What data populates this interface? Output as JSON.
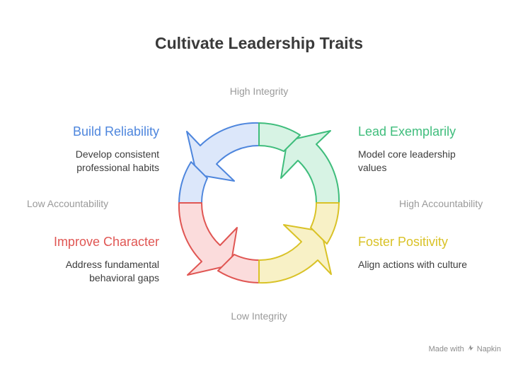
{
  "title": "Cultivate Leadership Traits",
  "axes": {
    "top": "High Integrity",
    "bottom": "Low Integrity",
    "left": "Low Accountability",
    "right": "High Accountability"
  },
  "quadrants": [
    {
      "title": "Build Reliability",
      "line1": "Develop consistent",
      "line2": "professional habits",
      "color": "#4e86dd",
      "fill": "#dce7fa"
    },
    {
      "title": "Lead Exemplarily",
      "line1": "Model core leadership",
      "line2": "values",
      "color": "#3fbd7c",
      "fill": "#d7f3e4"
    },
    {
      "title": "Improve Character",
      "line1": "Address fundamental",
      "line2": "behavioral gaps",
      "color": "#e05653",
      "fill": "#fbdcdc"
    },
    {
      "title": "Foster Positivity",
      "line1": "Align actions with culture",
      "line2": "",
      "color": "#d9c227",
      "fill": "#f8f1c6"
    }
  ],
  "footer": {
    "text": "Made with",
    "brand": "Napkin"
  }
}
